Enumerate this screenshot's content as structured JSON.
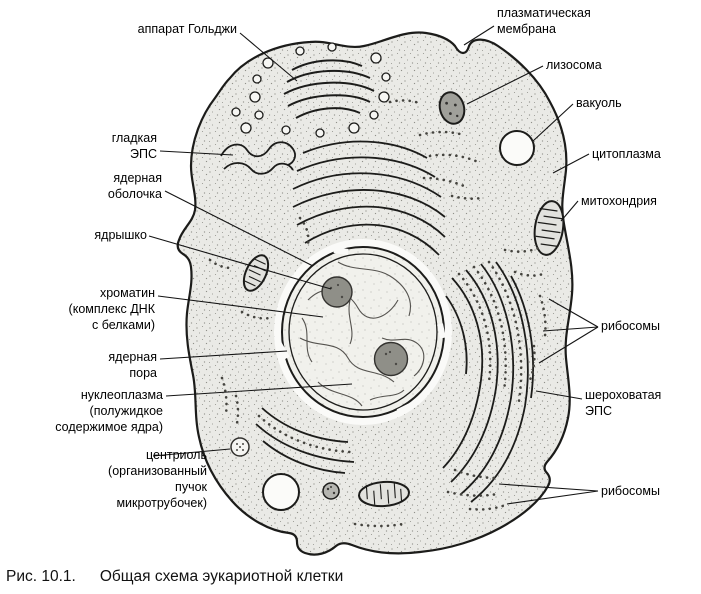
{
  "figure": {
    "caption_number": "Рис. 10.1.",
    "caption_title": "Общая схема эукариотной клетки"
  },
  "labels": {
    "golgi": "аппарат Гольджи",
    "plasma_membrane": "плазматическая\nмембрана",
    "lysosome": "лизосома",
    "vacuole": "вакуоль",
    "cytoplasm": "цитоплазма",
    "mitochondrion": "митохондрия",
    "smooth_er": "гладкая\nЭПС",
    "nuclear_envelope": "ядерная\nоболочка",
    "nucleolus": "ядрышко",
    "chromatin": "хроматин\n(комплекс ДНК\nс белками)",
    "nuclear_pore": "ядерная\nпора",
    "nucleoplasm": "нуклеоплазма\n(полужидкое\nсодержимое ядра)",
    "centriole": "центриоль\n(организованный\nпучок\nмикротрубочек)",
    "ribosomes_upper": "рибосомы",
    "rough_er": "шероховатая\nЭПС",
    "ribosomes_lower": "рибосомы"
  }
}
